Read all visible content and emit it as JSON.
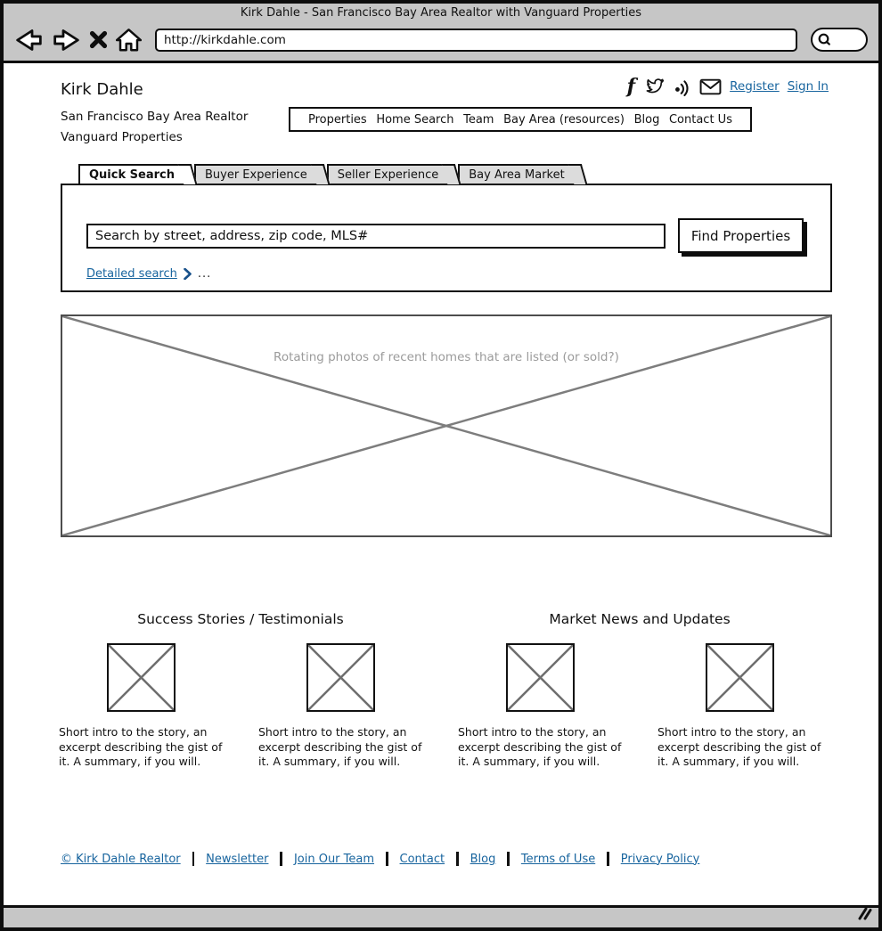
{
  "browser": {
    "title": "Kirk Dahle - San Francisco Bay Area Realtor with Vanguard Properties",
    "url": "http://kirkdahle.com",
    "icons": [
      "back-arrow-icon",
      "forward-arrow-icon",
      "stop-icon",
      "home-icon",
      "search-icon"
    ]
  },
  "header": {
    "name": "Kirk Dahle",
    "tagline1": "San Francisco Bay Area Realtor",
    "tagline2": "Vanguard Properties",
    "social_icons": [
      "facebook-icon",
      "twitter-icon",
      "feed-icon",
      "email-icon"
    ],
    "auth": {
      "register": "Register",
      "sign_in": "Sign In"
    }
  },
  "nav": {
    "items": [
      "Properties",
      "Home Search",
      "Team",
      "Bay Area (resources)",
      "Blog",
      "Contact Us"
    ]
  },
  "tabs": [
    {
      "label": "Quick Search",
      "active": true
    },
    {
      "label": "Buyer Experience",
      "active": false
    },
    {
      "label": "Seller Experience",
      "active": false
    },
    {
      "label": "Bay Area Market",
      "active": false
    }
  ],
  "search": {
    "value": "Search by street, address, zip code, MLS#",
    "button": "Find Properties",
    "detailed_link": "Detailed search",
    "ellipsis": "..."
  },
  "hero": {
    "caption": "Rotating photos of recent homes that are listed (or sold?)"
  },
  "sections": {
    "left_heading": "Success Stories / Testimonials",
    "right_heading": "Market News and Updates"
  },
  "cards": [
    {
      "text": "Short intro to the story, an excerpt describing the gist of it.  A summary, if you will."
    },
    {
      "text": "Short intro to the story, an excerpt describing the gist of it.  A summary, if you will."
    },
    {
      "text": "Short intro to the story, an excerpt describing the gist of it.  A summary, if you will."
    },
    {
      "text": "Short intro to the story, an excerpt describing the gist of it.  A summary, if you will."
    }
  ],
  "footer": {
    "links": [
      "© Kirk Dahle Realtor",
      "Newsletter",
      "Join Our Team",
      "Contact",
      "Blog",
      "Terms of Use",
      "Privacy Policy"
    ]
  },
  "colors": {
    "link_blue": "#17649E",
    "chrome_gray": "#C6C6C6",
    "border_black": "#0D0D0D",
    "placeholder_gray": "#9B9B9B",
    "sketch_line_gray": "#7D7D7D"
  }
}
